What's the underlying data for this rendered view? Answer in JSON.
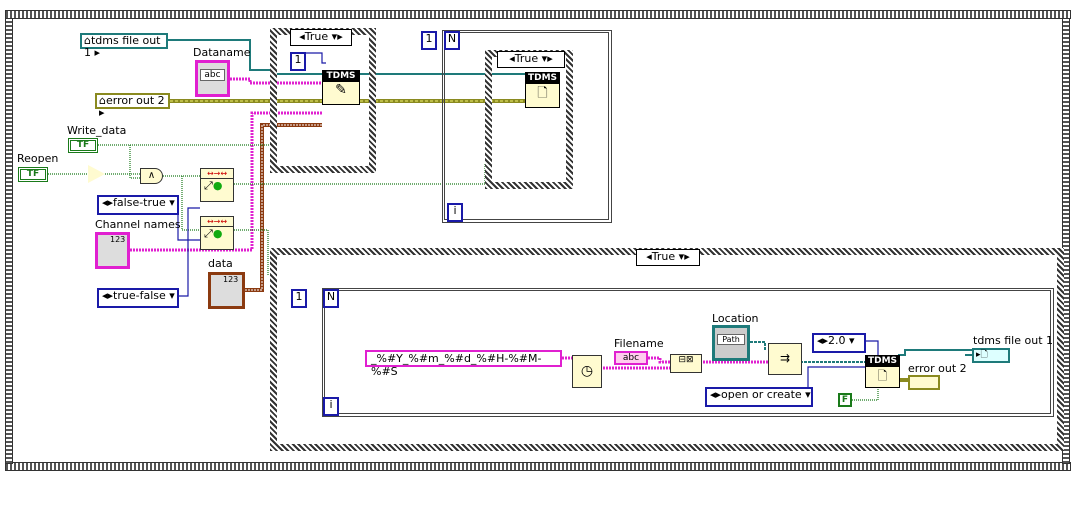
{
  "left": {
    "tdms_local": "tdms file out 1",
    "error_local": "error out 2",
    "dataname_label": "Dataname",
    "dataname_type": "abc",
    "write_label": "Write_data",
    "reopen_label": "Reopen",
    "bool_text": "TF",
    "false_true": "false-true",
    "channel_label": "Channel names",
    "true_false": "true-false",
    "data_label": "data",
    "array_num": "123"
  },
  "case1": {
    "selector": "True",
    "const": "1",
    "node": "TDMS"
  },
  "loop1": {
    "count": "1",
    "n": "N",
    "i": "i",
    "case_selector": "True",
    "node": "TDMS"
  },
  "case2": {
    "selector": "True"
  },
  "loop2": {
    "count": "1",
    "n": "N",
    "i": "i",
    "format_string": "_%#Y_%#m_%#d_%#H-%#M-%#S",
    "filename_label": "Filename",
    "filename_type": "abc",
    "location_label": "Location",
    "location_type": "Path",
    "version": "2.0",
    "operation": "open or create",
    "false_const": "F",
    "node": "TDMS",
    "error_label": "error out 2",
    "tdms_label": "tdms file out 1"
  }
}
